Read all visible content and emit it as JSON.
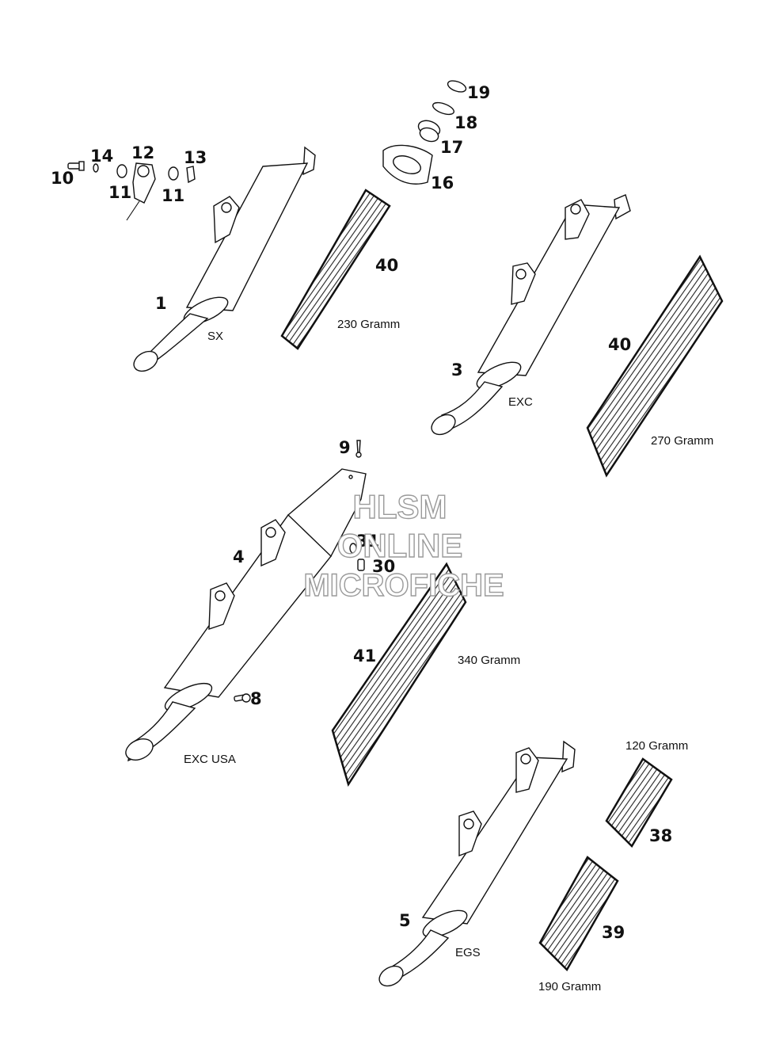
{
  "callouts": {
    "n1": "1",
    "n3": "3",
    "n4": "4",
    "n5": "5",
    "n8": "8",
    "n9": "9",
    "n10": "10",
    "n11a": "11",
    "n11b": "11",
    "n12": "12",
    "n13": "13",
    "n14": "14",
    "n16": "16",
    "n17": "17",
    "n18": "18",
    "n19": "19",
    "n30": "30",
    "n31": "31",
    "n38": "38",
    "n39": "39",
    "n40a": "40",
    "n40b": "40",
    "n41": "41"
  },
  "labels": {
    "sx": "SX",
    "exc": "EXC",
    "exc_usa": "EXC USA",
    "egs": "EGS",
    "w230": "230 Gramm",
    "w270": "270 Gramm",
    "w340": "340 Gramm",
    "w120": "120 Gramm",
    "w190": "190 Gramm"
  },
  "watermark": {
    "line1": "HLSM",
    "line2": "ONLINE",
    "line3": "MICROFICHE"
  }
}
